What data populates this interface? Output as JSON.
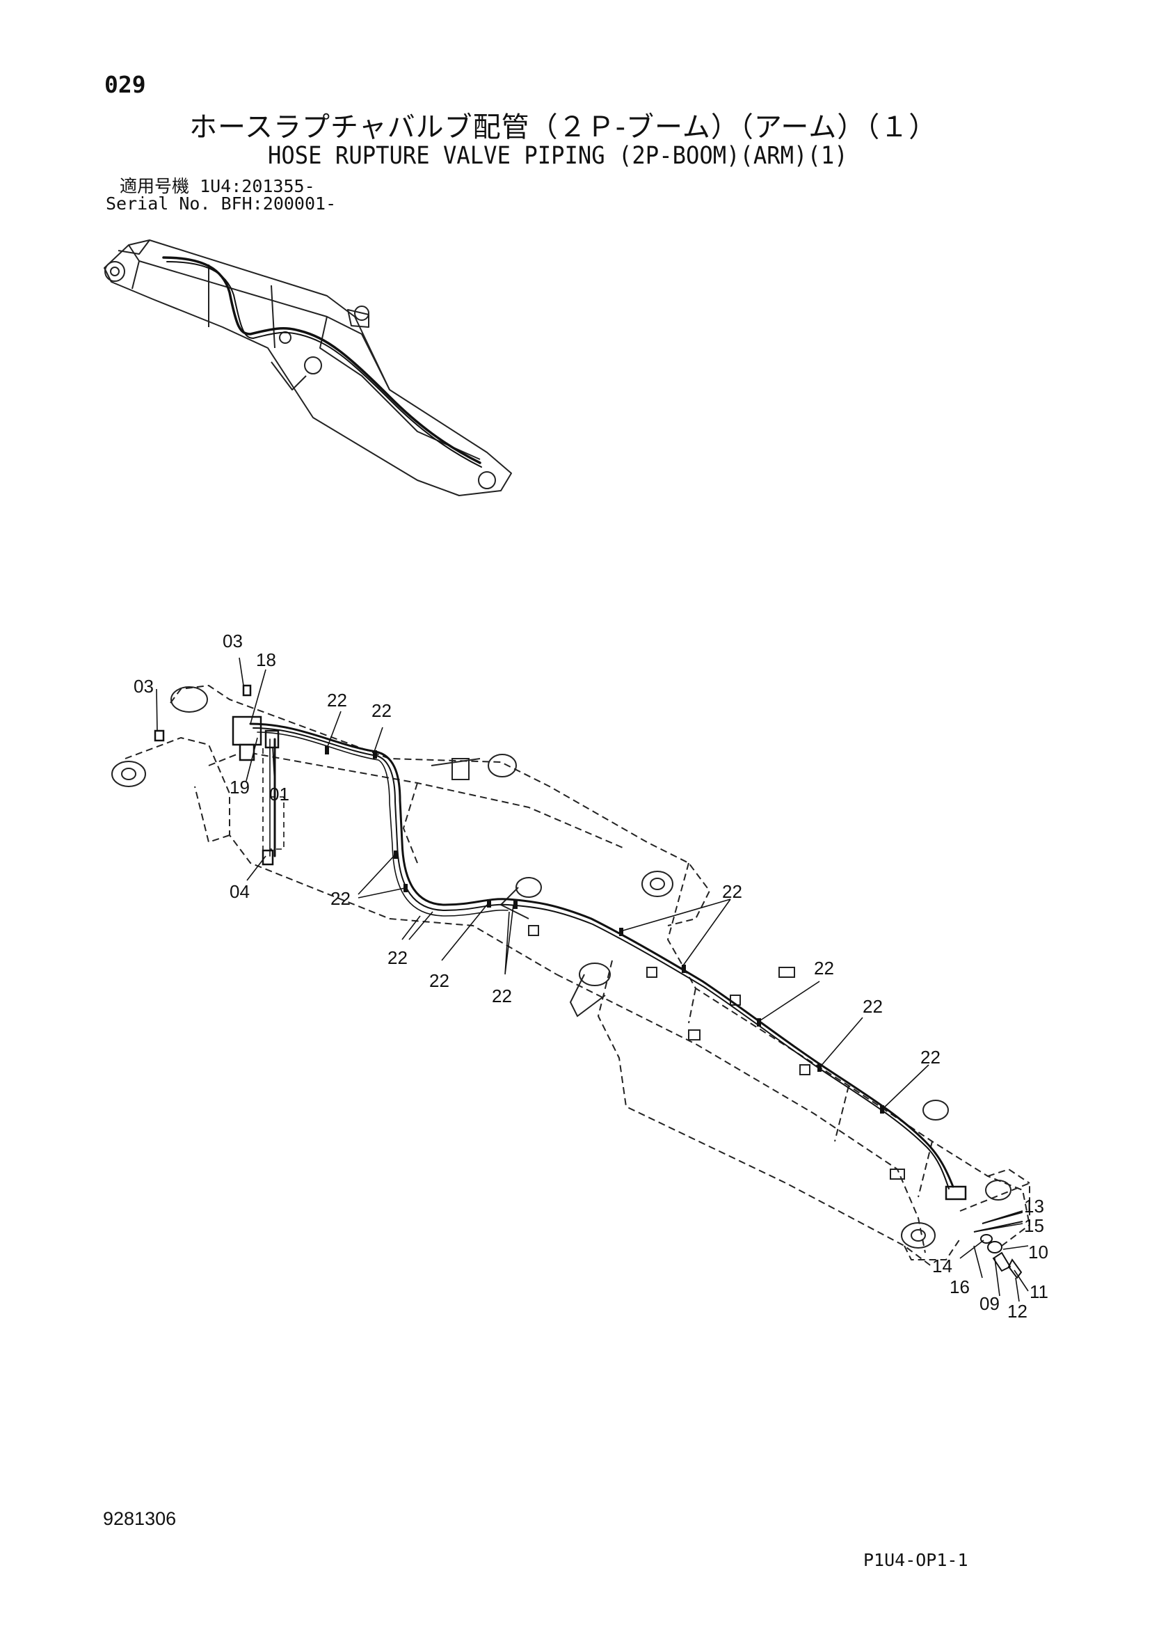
{
  "header": {
    "page_number": "029",
    "title_ja": "ホースラプチャバルブ配管（２Ｐ-ブーム）（アーム）（１）",
    "title_en": "HOSE RUPTURE VALVE PIPING (2P-BOOM)(ARM)(1)",
    "serial_ja_label": "適用号機",
    "serial_ja_value": "1U4:201355-",
    "serial_en_label": "Serial No.",
    "serial_en_value": "BFH:200001-"
  },
  "callouts": [
    "03",
    "18",
    "03",
    "22",
    "22",
    "19",
    "01",
    "04",
    "22",
    "22",
    "22",
    "22",
    "22",
    "22",
    "22",
    "22",
    "13",
    "15",
    "10",
    "14",
    "16",
    "11",
    "09",
    "12"
  ],
  "footer": {
    "document_code": "9281306",
    "sheet_code": "P1U4-OP1-1"
  }
}
